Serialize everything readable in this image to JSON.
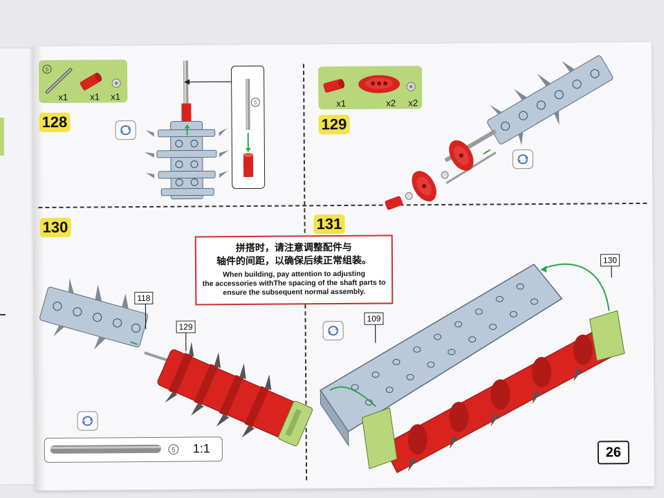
{
  "steps": [
    {
      "number": "128",
      "parts": [
        {
          "qty": "x1"
        },
        {
          "qty": "x1"
        },
        {
          "qty": "x1"
        }
      ],
      "part_length_label": "5",
      "inset_length_label": "5"
    },
    {
      "number": "129",
      "parts": [
        {
          "qty": "x1"
        },
        {
          "qty": "x2"
        },
        {
          "qty": "x2"
        }
      ]
    },
    {
      "number": "130",
      "callouts": [
        "118",
        "129"
      ]
    },
    {
      "number": "131",
      "callouts": [
        "109",
        "130"
      ]
    }
  ],
  "note": {
    "cn_line1": "拼搭时，请注意调整配件与",
    "cn_line2": "轴件的间距，以确保后续正常组装。",
    "en_line1": "When building, pay attention to adjusting",
    "en_line2": "the accessories withThe spacing of the shaft parts to",
    "en_line3": "ensure the subsequent normal assembly."
  },
  "ruler": {
    "length_label": "5",
    "scale": "1:1"
  },
  "page_number": "26",
  "colors": {
    "red": "#d8231f",
    "light_blue_grey": "#b9c9d9",
    "lime": "#b7d77a",
    "step_yellow": "#f3e24a",
    "note_border": "#c9302c"
  }
}
